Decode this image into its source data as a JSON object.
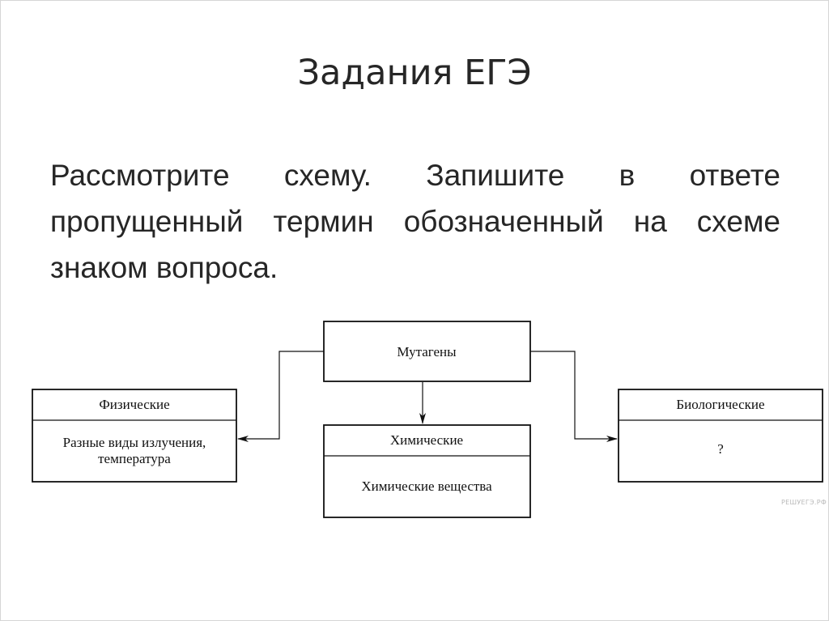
{
  "slide": {
    "title": "Задания ЕГЭ",
    "task": "Рассмотрите схему. Запишите в ответе пропущенный термин обозначенный на схеме знаком вопроса."
  },
  "diagram": {
    "root": "Мутагены",
    "physical": {
      "header": "Физические",
      "body_line1": "Разные виды излучения,",
      "body_line2": "температура"
    },
    "chemical": {
      "header": "Химические",
      "body": "Химические вещества"
    },
    "biological": {
      "header": "Биологические",
      "body": "?"
    }
  },
  "watermark": "РЕШУЕГЭ.РФ",
  "colors": {
    "text": "#262626",
    "line": "#111111",
    "background": "#ffffff"
  }
}
